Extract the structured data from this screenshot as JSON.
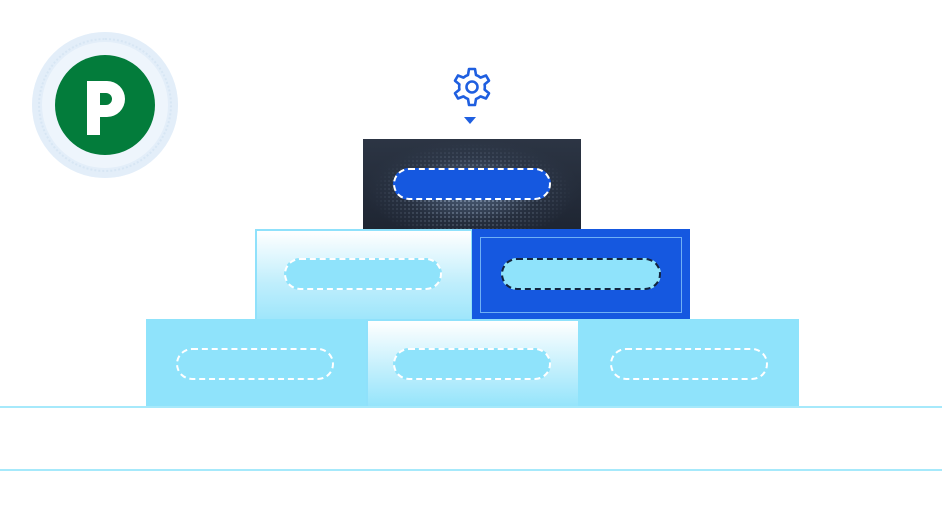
{
  "logo": {
    "letter": "p",
    "icon": "brand-p-logo",
    "color": "#037c3b"
  },
  "settings": {
    "icon": "gear-icon",
    "indicator_icon": "caret-down-icon",
    "color": "#1f5fe0"
  },
  "pyramid": {
    "rows": [
      {
        "row": "top",
        "blocks": [
          {
            "style": "dark",
            "slot": "blue"
          }
        ]
      },
      {
        "row": "middle",
        "blocks": [
          {
            "style": "light-gradient",
            "slot": "light-blue"
          },
          {
            "style": "blue",
            "slot": "light-blue-dark-dash"
          }
        ]
      },
      {
        "row": "bottom",
        "blocks": [
          {
            "style": "light-blue",
            "slot": "light-blue"
          },
          {
            "style": "light-gradient",
            "slot": "light-blue"
          },
          {
            "style": "light-blue",
            "slot": "light-blue"
          }
        ]
      }
    ]
  },
  "colors": {
    "dark_block": "#232b38",
    "blue_block": "#1558e0",
    "light_block": "#8fe3fb",
    "ground_line": "#a6e9fb"
  }
}
